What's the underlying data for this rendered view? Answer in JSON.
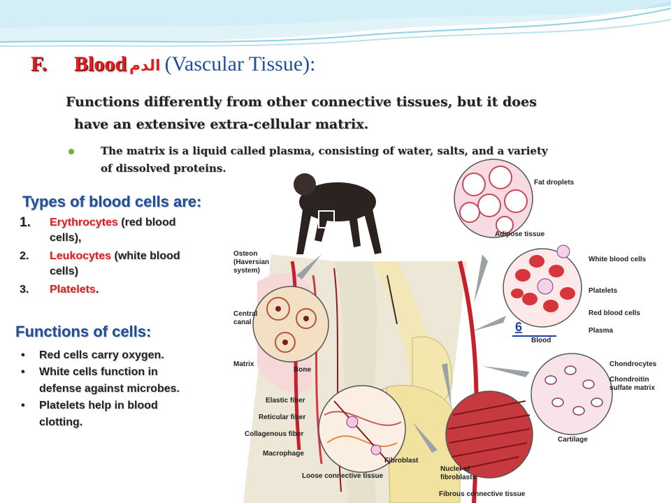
{
  "title": {
    "letter": "F.",
    "word": "Blood",
    "arabic": "الدم",
    "rest": "(Vascular Tissue):"
  },
  "paragraph": {
    "line1": "Functions differently from other connective tissues, but it does",
    "line2": "have an extensive extra-cellular matrix."
  },
  "bullet": {
    "line1": "The matrix is a liquid called plasma, consisting of water, salts, and a variety",
    "line2": "of dissolved proteins."
  },
  "types": {
    "heading": "Types of blood cells are:",
    "items": [
      {
        "num": "1.",
        "name": "Erythrocytes",
        "rest": " (red blood",
        "cont": "cells),"
      },
      {
        "num": "2.",
        "name": "Leukocytes",
        "rest": " (white blood",
        "cont": "cells)"
      },
      {
        "num": "3.",
        "name": "Platelets",
        "rest": "."
      }
    ]
  },
  "functions": {
    "heading": "Functions of cells:",
    "items": [
      {
        "line1": "Red cells carry oxygen."
      },
      {
        "line1": "White cells function in",
        "line2": "defense  against microbes."
      },
      {
        "line1": "Platelets help in blood",
        "line2": "clotting."
      }
    ]
  },
  "figure": {
    "page_number": "6",
    "labels": {
      "fat_droplets": "Fat droplets",
      "adipose": "Adipose tissue",
      "wbc": "White blood cells",
      "platelets": "Platelets",
      "rbc": "Red blood cells",
      "plasma": "Plasma",
      "blood": "Blood",
      "osteon1": "Osteon",
      "osteon2": "(Haversian",
      "osteon3": "system)",
      "central1": "Central",
      "central2": "canal",
      "matrix": "Matrix",
      "bone": "Bone",
      "chondrocytes": "Chondrocytes",
      "chondroitin1": "Chondroitin",
      "chondroitin2": "sulfate matrix",
      "cartilage": "Cartilage",
      "elastic": "Elastic fiber",
      "reticular": "Reticular fiber",
      "collagenous": "Collagenous fiber",
      "macrophage": "Macrophage",
      "fibroblast": "Fibroblast",
      "loose": "Loose connective tissue",
      "nuclei1": "Nuclei of",
      "nuclei2": "fibroblasts",
      "fibrous": "Fibrous connective tissue"
    }
  },
  "colors": {
    "title_red": "#e21d1d",
    "heading_blue": "#1f4e9c",
    "bullet_green": "#6ab33a",
    "page_number_blue": "#1f3fa8"
  }
}
